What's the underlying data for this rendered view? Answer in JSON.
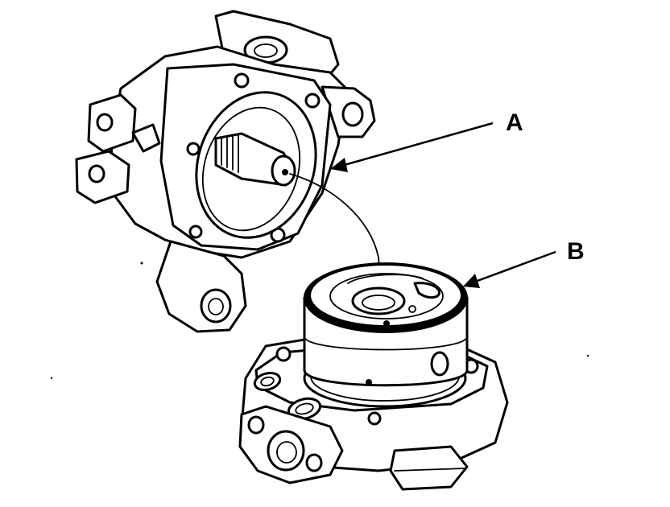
{
  "callouts": [
    {
      "id": "A",
      "text": "A"
    },
    {
      "id": "B",
      "text": "B"
    }
  ],
  "colors": {
    "ink": "#000000",
    "paper": "#ffffff"
  }
}
